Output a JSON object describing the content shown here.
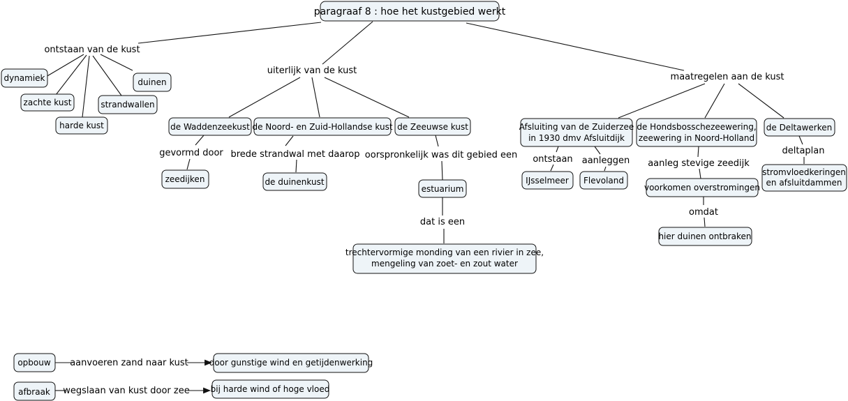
{
  "title": "paragraaf 8 : hoe het kustgebied werkt",
  "branches": {
    "ontstaan": "ontstaan van de kust",
    "uiterlijk": "uiterlijk van de kust",
    "maatregelen": "maatregelen aan de kust"
  },
  "ontstaan_items": {
    "dynamiek": "dynamiek",
    "zachte": "zachte kust",
    "harde": "harde kust",
    "strandwallen": "strandwallen",
    "duinen": "duinen"
  },
  "uiterlijk_items": {
    "wadden": "de Waddenzeekust",
    "gevormd": "gevormd door",
    "zeedijken": "zeedijken",
    "hollandse": "de Noord- en Zuid-Hollandse kust",
    "brede": "brede strandwal met daarop",
    "duinenkust": "de duinenkust",
    "zeeuwse": "de Zeeuwse kust",
    "oorspronkelijk": "oorspronkelijk was dit gebied een",
    "estuarium": "estuarium",
    "datiseen": "dat is een",
    "trechter": [
      "trechtervormige monding van een rivier in zee,",
      "mengeling van zoet- en zout water"
    ]
  },
  "maatregelen_items": {
    "afsluiting": [
      "Afsluiting van de Zuiderzee",
      "in 1930 dmv Afsluitdijk"
    ],
    "ontstaan": "ontstaan",
    "ijsselmeer": "IJsselmeer",
    "aanleggen": "aanleggen",
    "flevoland": "Flevoland",
    "hondsbossche": [
      "de Hondsbosschezeewering,",
      "zeewering in Noord-Holland"
    ],
    "aanleg": "aanleg stevige zeedijk",
    "voorkomen": "voorkomen overstromingen",
    "omdat": "omdat",
    "hierduinen": "hier duinen ontbraken",
    "delta": "de Deltawerken",
    "deltaplan": "deltaplan",
    "storm": [
      "stromvloedkeringen",
      "en afsluitdammen"
    ]
  },
  "legend": {
    "opbouw": "opbouw",
    "aanvoeren": "aanvoeren zand naar kust",
    "gunstig": "door gunstige wind en getijdenwerking",
    "afbraak": "afbraak",
    "wegslaan": "wegslaan van kust door zee",
    "hardewind": "bij harde wind of hoge vloed"
  }
}
